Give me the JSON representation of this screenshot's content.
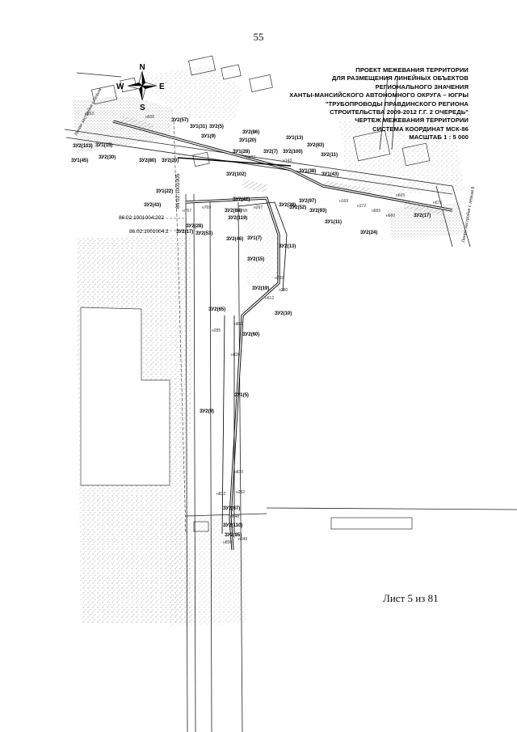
{
  "page_number": "55",
  "title_lines": [
    "ПРОЕКТ МЕЖЕВАНИЯ ТЕРРИТОРИИ",
    "ДЛЯ РАЗМЕЩЕНИЯ ЛИНЕЙНЫХ ОБЪЕКТОВ",
    "РЕГИОНАЛЬНОГО ЗНАЧЕНИЯ",
    "ХАНТЫ-МАНСИЙСКОГО АВТОНОМНОГО ОКРУГА – ЮГРЫ",
    "\"ТРУБОПРОВОДЫ ПРАВДИНСКОГО РЕГИОНА",
    "СТРОИТЕЛЬСТВА 2009-2012 Г.Г. 2 ОЧЕРЕДЬ\"",
    "ЧЕРТЕЖ МЕЖЕВАНИЯ ТЕРРИТОРИИ",
    "СИСТЕМА КООРДИНАТ МСК-86",
    "МАСШТАБ 1 : 5 000"
  ],
  "compass": {
    "n": "N",
    "s": "S",
    "w": "W",
    "e": "E"
  },
  "sheet_label": "Лист 5 из 81",
  "cadastral_labels": [
    "86:02:1001004:202",
    "86:02:1001004:2",
    "86:02:1001005"
  ],
  "street_labels": [
    "Линия застройки с левым",
    "Линия застройки с левым 8"
  ],
  "parcel_labels": [
    "ЗУ2(57)",
    "ЗУ1(31)",
    "ЗУ2(5)",
    "ЗУ2(86)",
    "ЗУ1(9)",
    "ЗУ1(20)",
    "ЗУ1(13)",
    "ЗУ2(103)",
    "ЗУ1(15)",
    "ЗУ2(30)",
    "ЗУ2(80)",
    "ЗУ2(20)",
    "ЗУ1(28)",
    "ЗУ2(7)",
    "ЗУ2(100)",
    "ЗУ2(83)",
    "ЗУ2(11)",
    "ЗУ1(45)",
    "ЗУ2(102)",
    "ЗУ1(38)",
    "ЗУ1(43)",
    "ЗУ1(22)",
    "ЗУ2(42)",
    "ЗУ2(39)",
    "ЗУ2(97)",
    "ЗУ2(52)",
    "ЗУ2(93)",
    "ЗУ2(43)",
    "ЗУ2(88)",
    "ЗУ2(119)",
    "ЗУ2(17)",
    "ЗУ1(11)",
    "ЗУ2(28)",
    "ЗУ2(17)",
    "ЗУ2(53)",
    "ЗУ2(46)",
    "ЗУ1(7)",
    "ЗУ2(24)",
    "ЗУ2(13)",
    "ЗУ2(15)",
    "ЗУ2(19)",
    "ЗУ2(65)",
    "ЗУ2(10)",
    "ЗУ2(60)",
    "ЗУ1(5)",
    "ЗУ2(9)",
    "ЗУ2(67)",
    "ЗУ2(110)",
    "ЗУ2(85)"
  ],
  "point_labels": [
    "н593",
    "н606",
    "н107",
    "н143",
    "н665",
    "н675",
    "н169",
    "н172",
    "н660",
    "н665",
    "н767",
    "н769",
    "н268",
    "н267",
    "н285",
    "н612",
    "н813",
    "н828",
    "н830",
    "н832",
    "н848",
    "н849",
    "н850",
    "н239",
    "н280",
    "н282"
  ]
}
